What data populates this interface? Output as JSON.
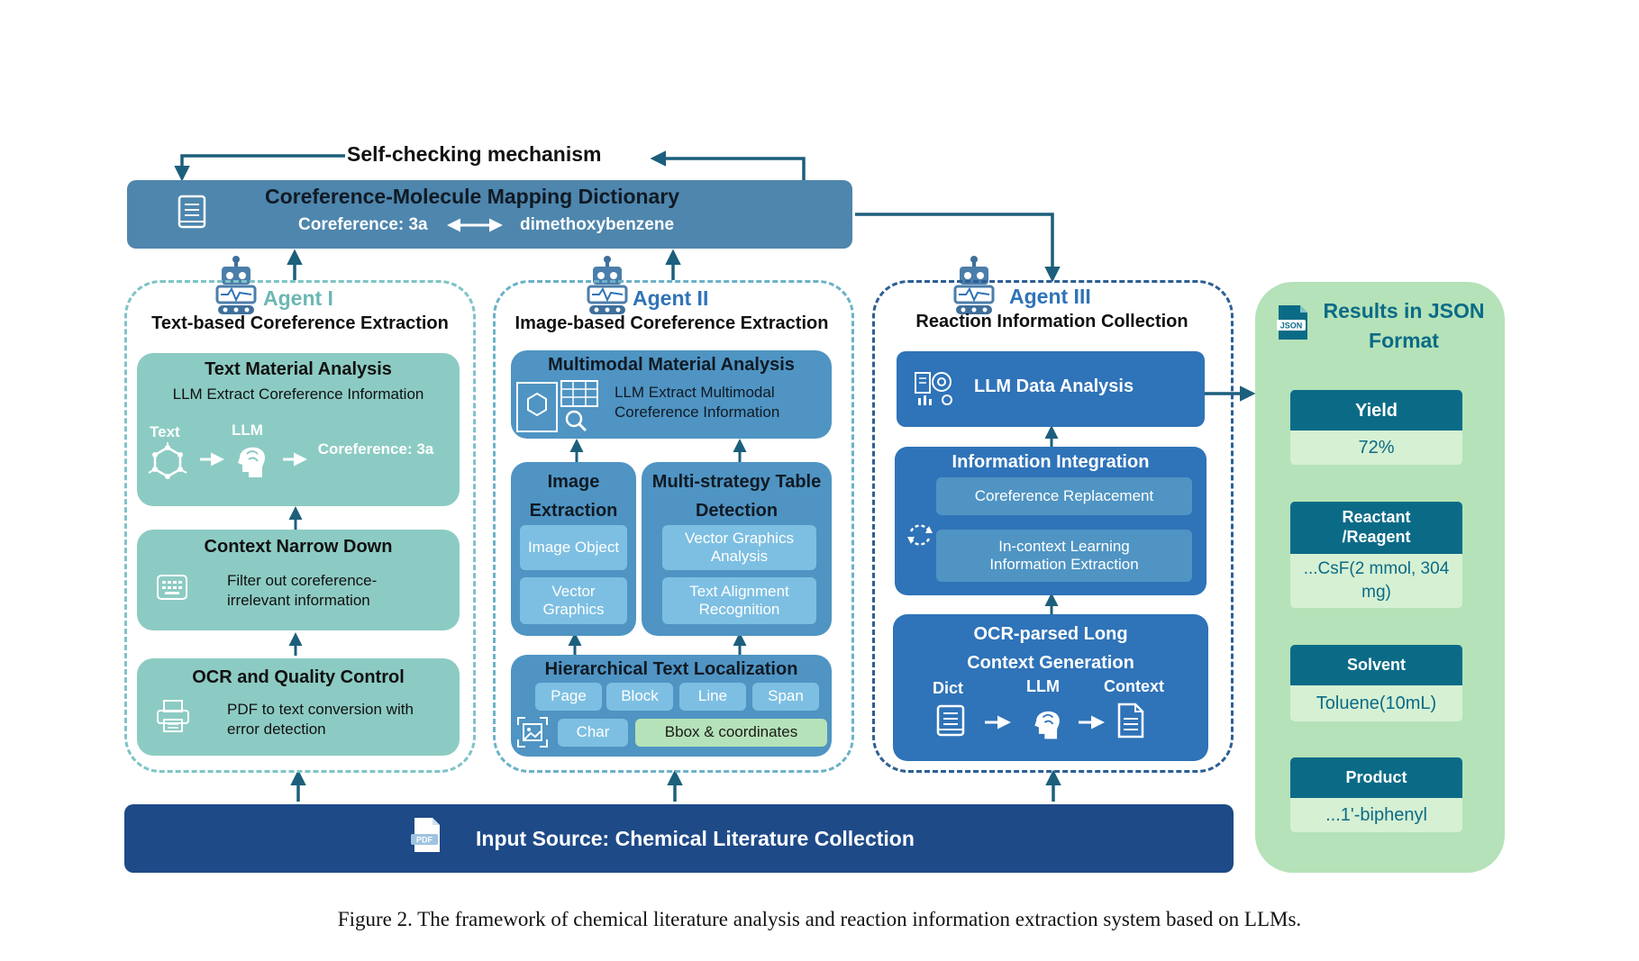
{
  "colors": {
    "dict_bg": "#4e86ad",
    "teal_box": "#8ccbc3",
    "teal_border": "#7fc4c6",
    "blue_mid": "#4f94c3",
    "blue_light": "#7dbfe2",
    "blue_dark": "#2f73b8",
    "navy": "#1e4a88",
    "green_bg": "#b5e2b8",
    "teal_header": "#0b6b87",
    "arrow": "#1c5f7c"
  },
  "self_check": {
    "label": "Self-checking mechanism"
  },
  "dictionary": {
    "icon": "book-icon",
    "title": "Coreference-Molecule Mapping Dictionary",
    "coref": "Coreference: 3a",
    "molecule": "dimethoxybenzene"
  },
  "agent1": {
    "icon": "robot-icon",
    "name": "Agent I",
    "title": "Text-based Coreference Extraction",
    "text_analysis": {
      "title": "Text Material Analysis",
      "subtitle": "LLM Extract Coreference Information",
      "text_label": "Text",
      "llm_label": "LLM",
      "result": "Coreference: 3a"
    },
    "narrow": {
      "title": "Context Narrow Down",
      "desc": "Filter out coreference-irrelevant information"
    },
    "ocr": {
      "title": "OCR and Quality Control",
      "desc": "PDF to text conversion with error detection"
    }
  },
  "agent2": {
    "icon": "robot-icon",
    "name": "Agent II",
    "title": "Image-based Coreference Extraction",
    "multimodal": {
      "title": "Multimodal Material Analysis",
      "desc": "LLM Extract Multimodal Coreference Information"
    },
    "image_extraction": {
      "title": "Image Extraction",
      "items": [
        "Image Object",
        "Vector Graphics"
      ]
    },
    "table_detection": {
      "title": "Multi-strategy Table Detection",
      "items": [
        "Vector Graphics Analysis",
        "Text Alignment Recognition"
      ]
    },
    "hierarchical": {
      "title": "Hierarchical Text Localization",
      "row1": [
        "Page",
        "Block",
        "Line",
        "Span"
      ],
      "char": "Char",
      "bbox": "Bbox & coordinates"
    }
  },
  "agent3": {
    "icon": "robot-icon",
    "name": "Agent III",
    "title": "Reaction Information Collection",
    "llm_analysis": {
      "title": "LLM Data Analysis"
    },
    "integration": {
      "title": "Information Integration",
      "items": [
        "Coreference Replacement",
        "In-context Learning Information Extraction"
      ]
    },
    "ocr_parsed": {
      "title": "OCR-parsed Long Context Generation",
      "dict": "Dict",
      "llm": "LLM",
      "context": "Context"
    }
  },
  "results": {
    "icon": "json-file-icon",
    "title": "Results in JSON Format",
    "fields": [
      {
        "key": "Yield",
        "value": "72%"
      },
      {
        "key": "Reactant /Reagent",
        "value": "...CsF(2 mmol, 304 mg)"
      },
      {
        "key": "Solvent",
        "value": "Toluene(10mL)"
      },
      {
        "key": "Product",
        "value": "...1'-biphenyl"
      }
    ]
  },
  "input_source": {
    "icon": "pdf-icon",
    "label": "Input Source: Chemical Literature Collection"
  },
  "caption": "Figure 2.  The framework of chemical literature analysis and reaction information extraction system based on LLMs."
}
